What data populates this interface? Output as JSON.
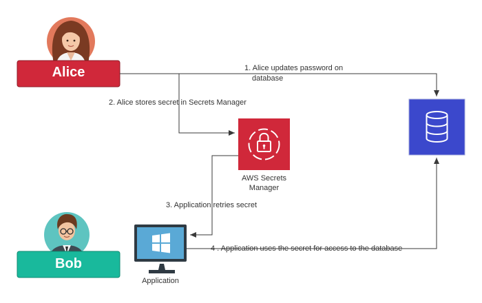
{
  "actors": {
    "alice": {
      "name": "Alice",
      "color": "#d0283a",
      "avatar_bg": "#e2795c"
    },
    "bob": {
      "name": "Bob",
      "color": "#19b99c",
      "avatar_bg": "#5ec4c0"
    }
  },
  "nodes": {
    "secrets_manager": {
      "icon": "secrets-manager-icon",
      "label_line1": "AWS Secrets",
      "label_line2": "Manager",
      "color": "#d0283a"
    },
    "database": {
      "icon": "database-icon",
      "color": "#3b48cc"
    },
    "application": {
      "icon": "windows-monitor-icon",
      "label": "Application",
      "screen_color": "#5aa9d6"
    }
  },
  "steps": {
    "step1_line1": "1. Alice updates password on",
    "step1_line2": "database",
    "step2": "2. Alice stores secret in Secrets Manager",
    "step3": "3. Application retries secret",
    "step4": "4 . Application uses the secret for access to the database"
  }
}
